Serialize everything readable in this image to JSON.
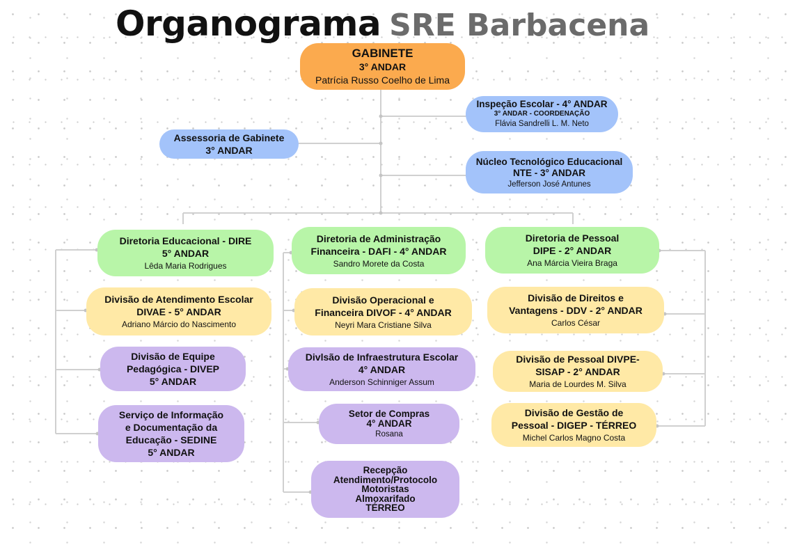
{
  "title": {
    "main": "Organograma",
    "sub": "SRE Barbacena"
  },
  "colors": {
    "orange": "#FBAA4E",
    "blue": "#A3C3FA",
    "green": "#B8F5A8",
    "yellow": "#FFE9A6",
    "purple": "#CCB8EE",
    "connector": "#D0D0D0"
  },
  "nodes": {
    "gabinete": {
      "title": "GABINETE",
      "floor": "3° ANDAR",
      "person": "Patrícia Russo Coelho de Lima"
    },
    "inspecao": {
      "title": "Inspeção Escolar - 4° ANDAR",
      "sub": "3° ANDAR - COORDENAÇÃO",
      "person": "Flávia Sandrelli L. M. Neto"
    },
    "assessoria": {
      "title": "Assessoria de Gabinete",
      "floor": "3° ANDAR"
    },
    "nte": {
      "title": "Núcleo Tecnológico Educacional",
      "floor": "NTE - 3° ANDAR",
      "person": "Jefferson José Antunes"
    },
    "dire": {
      "title": "Diretoria Educacional - DIRE",
      "floor": "5° ANDAR",
      "person": "Lêda Maria Rodrigues"
    },
    "dafi": {
      "title": "Diretoria de Administração\nFinanceira - DAFI - 4° ANDAR",
      "person": "Sandro Morete da Costa"
    },
    "dipe": {
      "title": "Diretoria de Pessoal",
      "floor": "DIPE - 2° ANDAR",
      "person": "Ana Márcia Vieira Braga"
    },
    "divae": {
      "title": "Divisão de Atendimento Escolar",
      "floor": "DIVAE - 5° ANDAR",
      "person": "Adriano Márcio do Nascimento"
    },
    "divof": {
      "title": "Divisão Operacional e\nFinanceira  DIVOF - 4° ANDAR",
      "person": "Neyri Mara Cristiane Silva"
    },
    "ddv": {
      "title": "Divisão de Direitos e\nVantagens - DDV - 2° ANDAR",
      "person": "Carlos César"
    },
    "divep": {
      "title": "Divisão de Equipe\nPedagógica - DIVEP",
      "floor": "5° ANDAR"
    },
    "infra": {
      "title": "Divlsão de Infraestrutura Escolar",
      "floor": "4° ANDAR",
      "person": "Anderson Schinniger Assum"
    },
    "divpe": {
      "title": "Divisão de Pessoal DIVPE-\nSISAP - 2° ANDAR",
      "person": "Maria de Lourdes M. Silva"
    },
    "sedine": {
      "title": "Serviço de Informação\ne Documentação da\nEducação - SEDINE",
      "floor": "5° ANDAR"
    },
    "compras": {
      "title": "Setor de Compras",
      "floor": "4° ANDAR",
      "person": "Rosana"
    },
    "digep": {
      "title": "Divisão de Gestão de\nPessoal - DIGEP - TÉRREO",
      "person": "Michel Carlos Magno Costa"
    },
    "recepcao": {
      "title": "Recepção\nAtendimento/Protocolo\nMotoristas\nAlmoxarifado\nTÉRREO"
    }
  }
}
